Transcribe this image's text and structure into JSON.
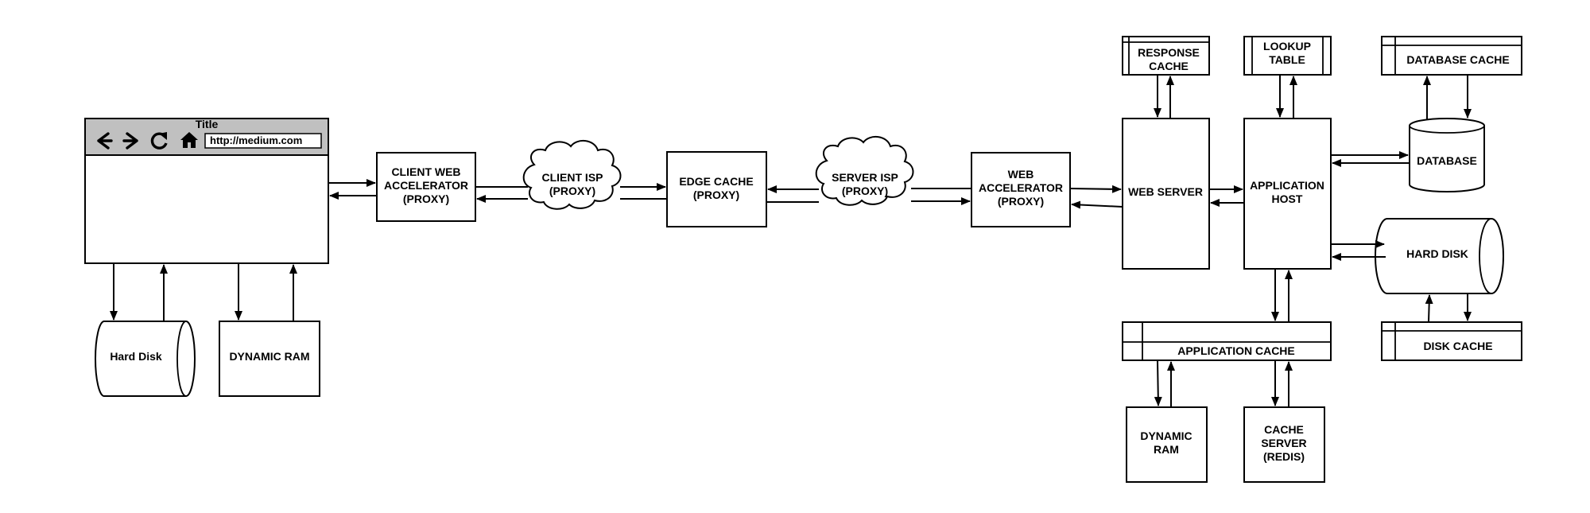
{
  "colors": {
    "line": "#000000",
    "browser_toolbar": "#c0c0c0",
    "background": "#ffffff"
  },
  "browser": {
    "title": "Title",
    "url": "http://medium.com",
    "icons": [
      "back-arrow-icon",
      "forward-arrow-icon",
      "reload-icon",
      "home-icon"
    ]
  },
  "client": {
    "hard_disk": "Hard Disk",
    "dynamic_ram": "DYNAMIC RAM"
  },
  "pipeline": {
    "client_web_accelerator": [
      "CLIENT WEB",
      "ACCELERATOR",
      "(PROXY)"
    ],
    "client_isp": [
      "CLIENT ISP",
      "(PROXY)"
    ],
    "edge_cache": [
      "EDGE CACHE",
      "(PROXY)"
    ],
    "server_isp": [
      "SERVER ISP",
      "(PROXY)"
    ],
    "web_accelerator": [
      "WEB",
      "ACCELERATOR",
      "(PROXY)"
    ],
    "web_server": "WEB SERVER",
    "application_host": [
      "APPLICATION",
      "HOST"
    ]
  },
  "server": {
    "response_cache": [
      "RESPONSE",
      "CACHE"
    ],
    "lookup_table": [
      "LOOKUP",
      "TABLE"
    ],
    "database_cache": "DATABASE CACHE",
    "database": "DATABASE",
    "hard_disk": "HARD DISK",
    "disk_cache": "DISK CACHE",
    "application_cache": "APPLICATION CACHE",
    "dynamic_ram": [
      "DYNAMIC",
      "RAM"
    ],
    "cache_server": [
      "CACHE",
      "SERVER",
      "(REDIS)"
    ]
  }
}
